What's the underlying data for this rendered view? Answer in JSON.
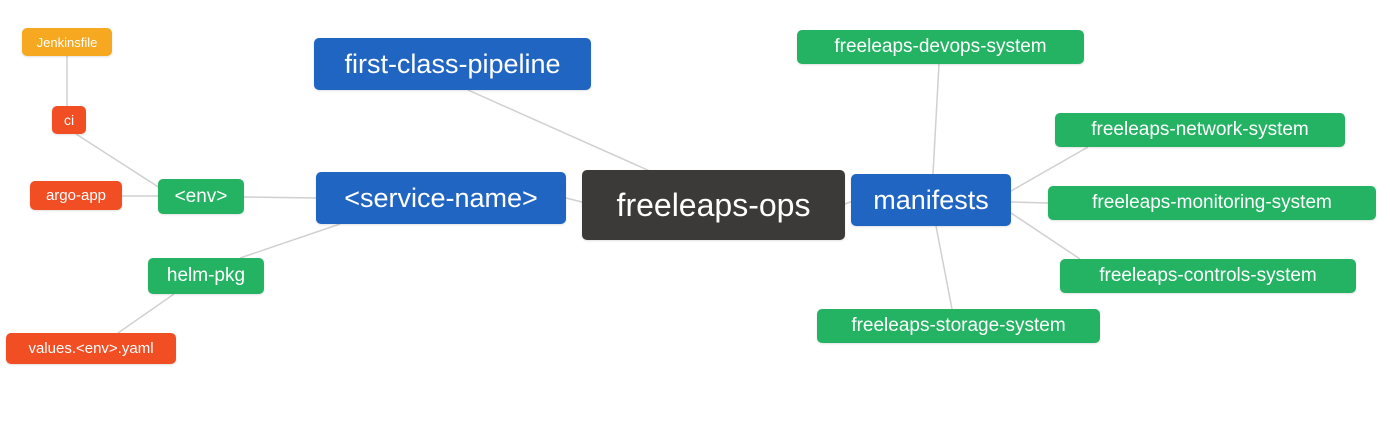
{
  "diagram": {
    "type": "mindmap",
    "root": "freeleaps-ops",
    "colors": {
      "blue": "#2065c1",
      "green": "#24b263",
      "red": "#f14e24",
      "orange": "#f6a820",
      "dark": "#3b3a39",
      "edge": "#d0d0d0",
      "text": "#ffffff",
      "background": "#ffffff"
    },
    "nodes": [
      {
        "id": "jenkinsfile",
        "label": "Jenkinsfile",
        "color": "orange"
      },
      {
        "id": "ci",
        "label": "ci",
        "color": "red"
      },
      {
        "id": "argo-app",
        "label": "argo-app",
        "color": "red"
      },
      {
        "id": "env",
        "label": "<env>",
        "color": "green"
      },
      {
        "id": "helm-pkg",
        "label": "helm-pkg",
        "color": "green"
      },
      {
        "id": "values-env-yaml",
        "label": "values.<env>.yaml",
        "color": "red"
      },
      {
        "id": "service-name",
        "label": "<service-name>",
        "color": "blue"
      },
      {
        "id": "first-class-pipeline",
        "label": "first-class-pipeline",
        "color": "blue"
      },
      {
        "id": "freeleaps-ops",
        "label": "freeleaps-ops",
        "color": "dark"
      },
      {
        "id": "manifests",
        "label": "manifests",
        "color": "blue"
      },
      {
        "id": "freeleaps-devops-system",
        "label": "freeleaps-devops-system",
        "color": "green"
      },
      {
        "id": "freeleaps-network-system",
        "label": "freeleaps-network-system",
        "color": "green"
      },
      {
        "id": "freeleaps-monitoring-system",
        "label": "freeleaps-monitoring-system",
        "color": "green"
      },
      {
        "id": "freeleaps-controls-system",
        "label": "freeleaps-controls-system",
        "color": "green"
      },
      {
        "id": "freeleaps-storage-system",
        "label": "freeleaps-storage-system",
        "color": "green"
      }
    ],
    "edges": [
      {
        "from": "jenkinsfile",
        "to": "ci"
      },
      {
        "from": "ci",
        "to": "env"
      },
      {
        "from": "argo-app",
        "to": "env"
      },
      {
        "from": "env",
        "to": "service-name"
      },
      {
        "from": "helm-pkg",
        "to": "service-name"
      },
      {
        "from": "values-env-yaml",
        "to": "helm-pkg"
      },
      {
        "from": "service-name",
        "to": "freeleaps-ops"
      },
      {
        "from": "first-class-pipeline",
        "to": "freeleaps-ops"
      },
      {
        "from": "freeleaps-ops",
        "to": "manifests"
      },
      {
        "from": "manifests",
        "to": "freeleaps-devops-system"
      },
      {
        "from": "manifests",
        "to": "freeleaps-network-system"
      },
      {
        "from": "manifests",
        "to": "freeleaps-monitoring-system"
      },
      {
        "from": "manifests",
        "to": "freeleaps-controls-system"
      },
      {
        "from": "manifests",
        "to": "freeleaps-storage-system"
      }
    ]
  }
}
